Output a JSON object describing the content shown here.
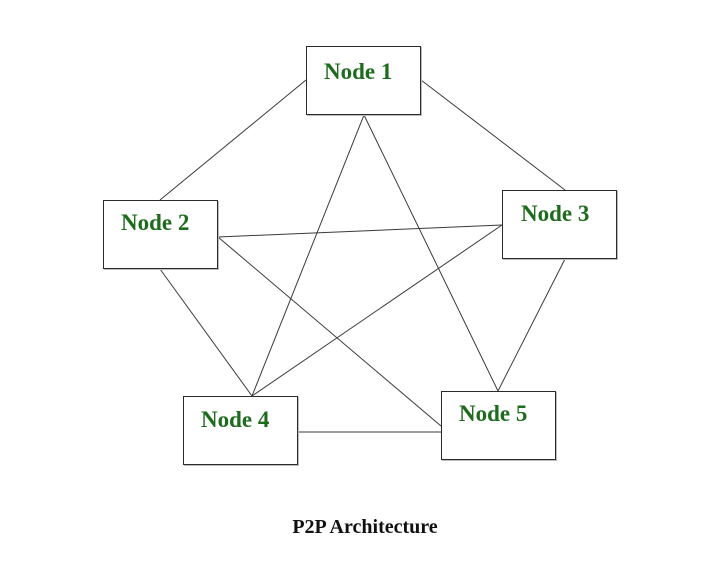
{
  "diagram": {
    "caption": "P2P Architecture",
    "label_color": "#1e6b1e",
    "edge_color": "#3a3a3a",
    "nodes": [
      {
        "id": "n1",
        "label": "Node 1"
      },
      {
        "id": "n2",
        "label": "Node 2"
      },
      {
        "id": "n3",
        "label": "Node 3"
      },
      {
        "id": "n4",
        "label": "Node 4"
      },
      {
        "id": "n5",
        "label": "Node 5"
      }
    ],
    "edges": [
      {
        "from": "n1",
        "to": "n2"
      },
      {
        "from": "n1",
        "to": "n3"
      },
      {
        "from": "n1",
        "to": "n4"
      },
      {
        "from": "n1",
        "to": "n5"
      },
      {
        "from": "n2",
        "to": "n3"
      },
      {
        "from": "n2",
        "to": "n4"
      },
      {
        "from": "n2",
        "to": "n5"
      },
      {
        "from": "n3",
        "to": "n4"
      },
      {
        "from": "n3",
        "to": "n5"
      },
      {
        "from": "n4",
        "to": "n5"
      }
    ]
  }
}
